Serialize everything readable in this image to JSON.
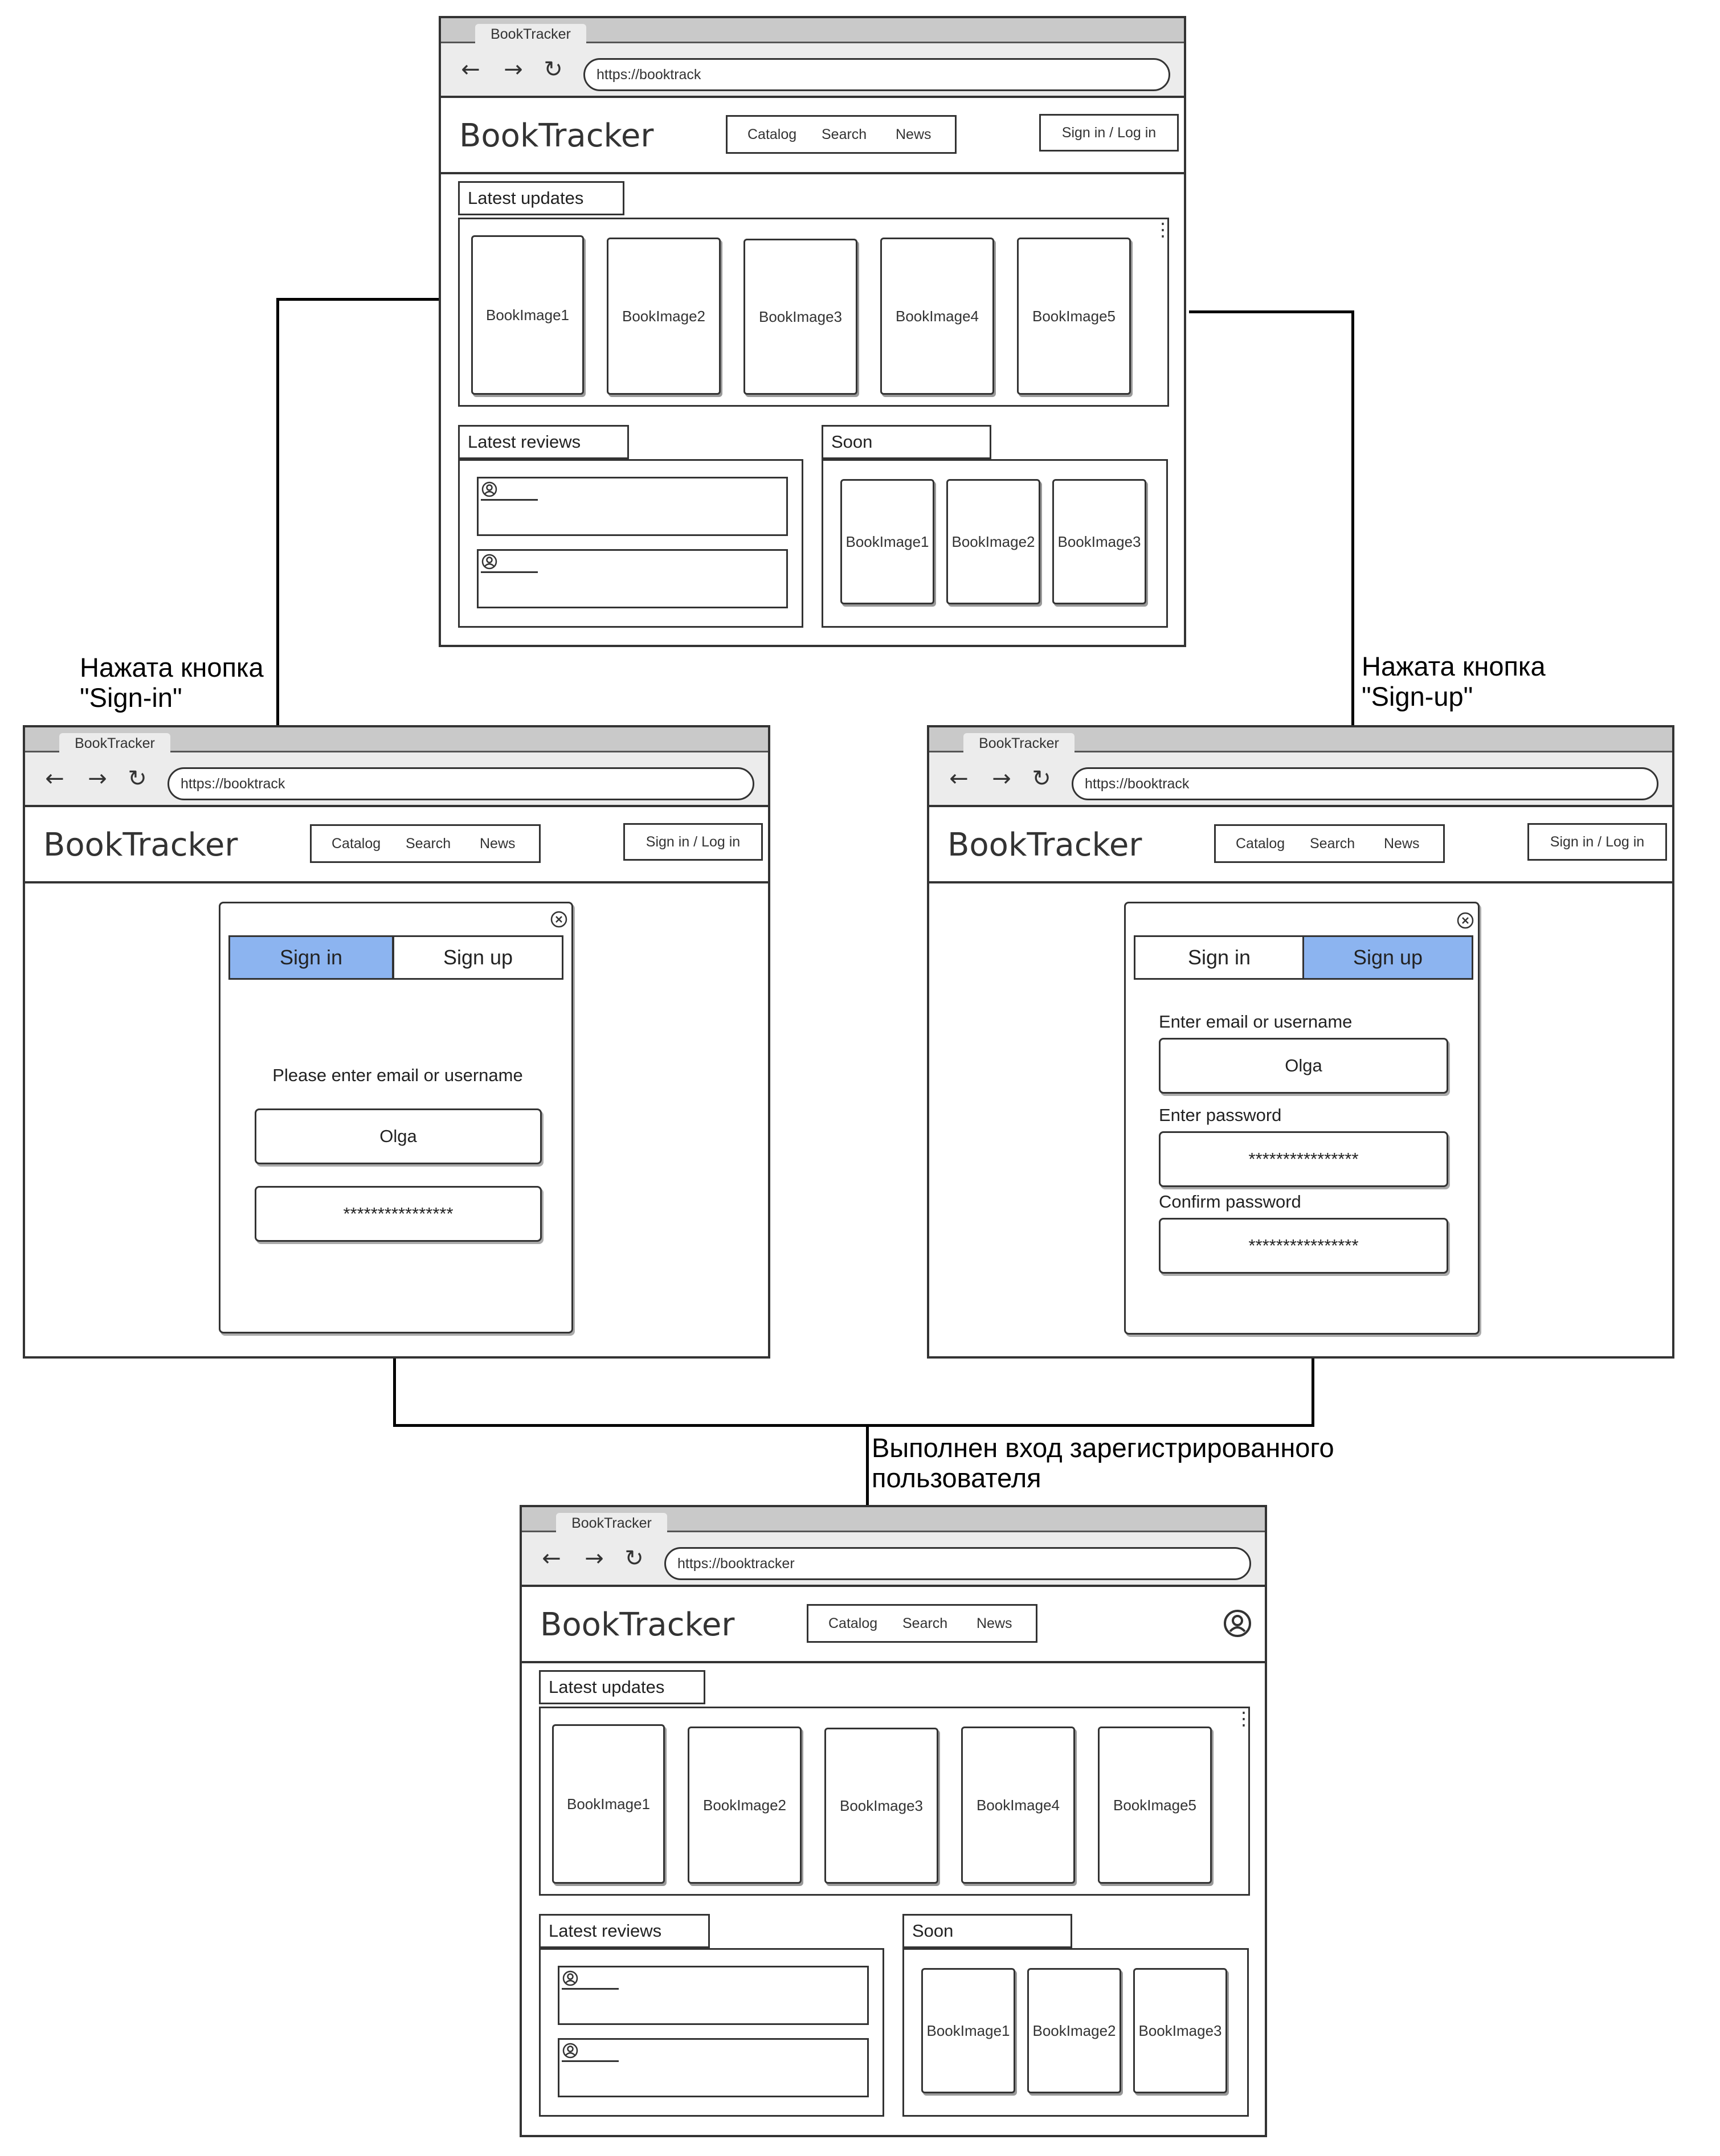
{
  "browser": {
    "tab_title": "BookTracker",
    "url_short": "https://booktrack",
    "url_full": "https://booktracker",
    "back_icon": "←",
    "forward_icon": "→",
    "reload_icon": "↻"
  },
  "site": {
    "logo": "BookTracker",
    "nav": [
      "Catalog",
      "Search",
      "News"
    ],
    "login_button": "Sign in / Log in"
  },
  "home": {
    "latest_updates": "Latest updates",
    "latest_reviews": "Latest reviews",
    "soon": "Soon",
    "more_icon": "⋮",
    "books": [
      "BookImage1",
      "BookImage2",
      "BookImage3",
      "BookImage4",
      "BookImage5"
    ],
    "soon_books": [
      "BookImage1",
      "BookImage2",
      "BookImage3"
    ]
  },
  "signin": {
    "tabs": [
      "Sign in",
      "Sign up"
    ],
    "prompt": "Please enter email or username",
    "username": "Olga",
    "password": "****************"
  },
  "signup": {
    "tabs": [
      "Sign in",
      "Sign up"
    ],
    "email_label": "Enter email or username",
    "username": "Olga",
    "password_label": "Enter password",
    "password": "****************",
    "confirm_label": "Confirm password",
    "confirm": "****************"
  },
  "captions": {
    "signin_pressed": "Нажата кнопка\n\"Sign-in\"",
    "signup_pressed": "Нажата кнопка\n\"Sign-up\"",
    "logged_in": "Выполнен вход зарегистрированного\nпользователя"
  },
  "icons": {
    "close": "close-icon",
    "user": "user-avatar-icon",
    "review_avatar": "user-icon"
  }
}
